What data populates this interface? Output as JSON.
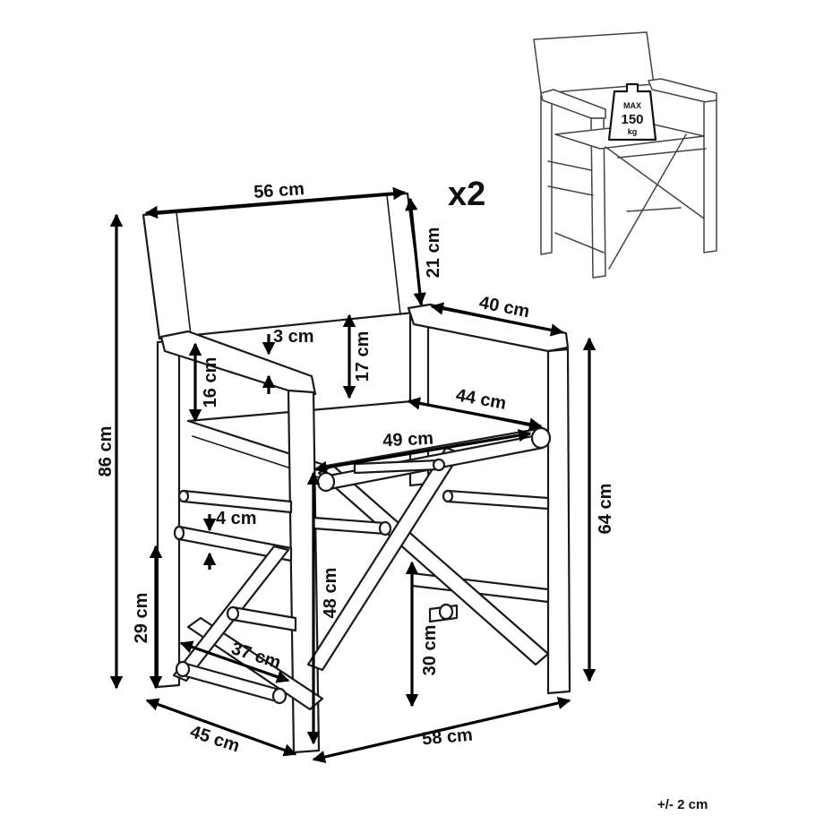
{
  "quantity_label": "x2",
  "tolerance_label": "+/- 2 cm",
  "max_load": {
    "top": "MAX",
    "value": "150",
    "unit": "kg"
  },
  "dimensions": {
    "backrest_width": "56 cm",
    "backrest_height": "21 cm",
    "armrest_depth": "40 cm",
    "total_height": "86 cm",
    "arm_thickness": "3 cm",
    "back_gap": "17 cm",
    "arm_height_above_seat": "16 cm",
    "seat_depth": "44 cm",
    "seat_width": "49 cm",
    "arm_height": "64 cm",
    "bar_thickness": "4 cm",
    "seat_height": "48 cm",
    "front_bar_height": "29 cm",
    "footrest_width": "37 cm",
    "back_bar_height": "30 cm",
    "depth": "45 cm",
    "width": "58 cm"
  }
}
